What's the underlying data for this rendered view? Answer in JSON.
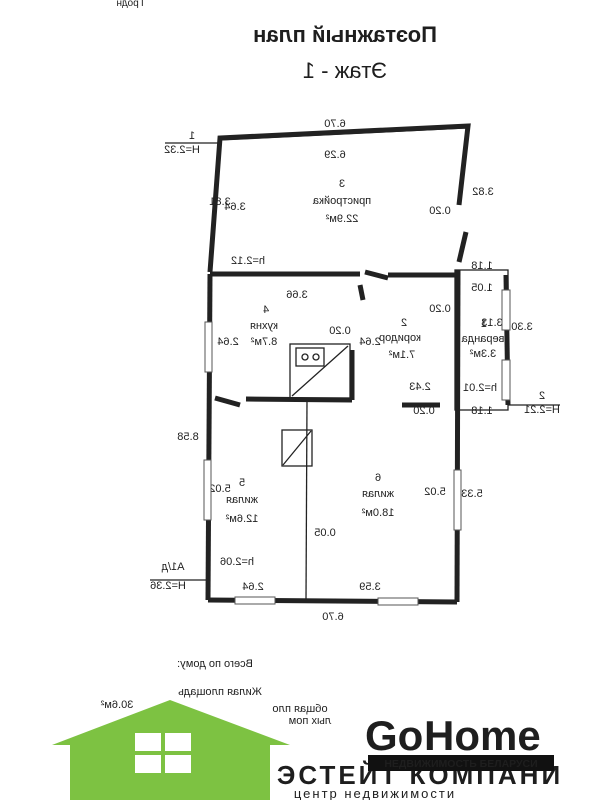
{
  "header": {
    "corner_text": "Гродн",
    "title": "Поэтажный план",
    "subtitle": "Этаж - 1"
  },
  "dimensions": {
    "top_width": "6.70",
    "inner_top_width": "6.29",
    "bottom_width": "6.70",
    "annex_left_height": "3.81",
    "annex_inner_height": "3.64",
    "annex_right_height": "3.82",
    "house_left_height": "8.58",
    "kitchen_width": "3.66",
    "kitchen_height": "2.64",
    "corridor_height": "2.64",
    "corridor_width": "2.43",
    "veranda_width_top": "1.05",
    "veranda_height": "3.13",
    "veranda_outer_height": "3.30",
    "veranda_ext_top": "1.18",
    "veranda_ext_bottom": "1.18",
    "veranda_small": "0.20",
    "wall_thickness": "0.20",
    "wall_thickness_2": "0.20",
    "wall_thickness_3": "0.20",
    "room5_height": "5.02",
    "room6_height": "5.02",
    "right_height": "5.33",
    "room5_bottom": "2.64",
    "room6_bottom": "3.59",
    "partition": "0.05",
    "annex_h": "h=2.12",
    "room5_h": "h=2.06",
    "veranda_h": "h=2.01"
  },
  "markers": {
    "m1_number": "1",
    "m1_height": "H=2.32",
    "m2_number": "2",
    "m2_height": "H=2.21",
    "m3_label": "А1/д",
    "m3_height": "H=2.36"
  },
  "rooms": [
    {
      "number": "1",
      "name": "веранда",
      "area": "3.3м²"
    },
    {
      "number": "2",
      "name": "коридор",
      "area": "7.1м²"
    },
    {
      "number": "3",
      "name": "пристройка",
      "area": "22.9м²"
    },
    {
      "number": "4",
      "name": "кухня",
      "area": "8.7м²"
    },
    {
      "number": "5",
      "name": "жилая",
      "area": "12.6м²"
    },
    {
      "number": "6",
      "name": "жилая",
      "area": "18.0м²"
    }
  ],
  "summary": {
    "total_label": "Всего по дому:",
    "living_area_label": "Жилая площадь",
    "living_area_value": "30.6м²",
    "fragment_1": "общая пло",
    "fragment_2": "лых пом"
  },
  "watermark": {
    "brand_go": "Go",
    "brand_home": "Home",
    "brand_tagline": "НЕДВИЖИМОСТЬ БЕЛАРУСИ",
    "agency_name": "ЭСТЕЙТ КОМПАНИ",
    "agency_tagline": "центр недвижимости",
    "brand_red": "#c8102e",
    "green": "#7dc242"
  }
}
